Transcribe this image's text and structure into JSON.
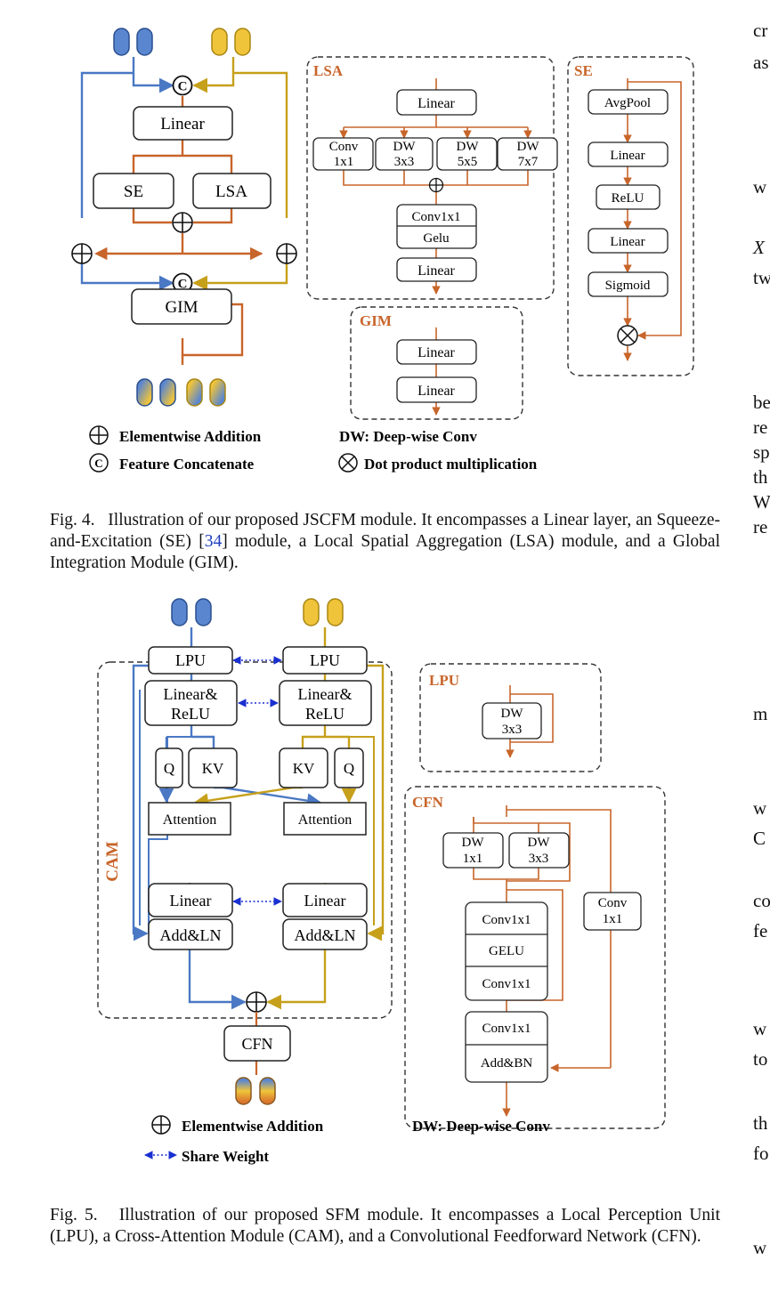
{
  "colors": {
    "blue": "#4a78c4",
    "gold": "#c6a01a",
    "orange": "#c8652a",
    "box_stroke": "#222222",
    "dash": "#333333",
    "share": "#1a2fd0"
  },
  "fig4": {
    "blocks": {
      "linear": "Linear",
      "se": "SE",
      "lsa": "LSA",
      "gim": "GIM"
    },
    "lsa": {
      "title": "LSA",
      "linear_top": "Linear",
      "conv_line1": "Conv",
      "conv_line2": "1x1",
      "dw": "DW",
      "k3": "3x3",
      "k5": "5x5",
      "k7": "7x7",
      "conv1x1": "Conv1x1",
      "gelu": "Gelu",
      "linear_bottom": "Linear"
    },
    "gim": {
      "title": "GIM",
      "linear1": "Linear",
      "linear2": "Linear"
    },
    "se": {
      "title": "SE",
      "avgpool": "AvgPool",
      "linear1": "Linear",
      "relu": "ReLU",
      "linear2": "Linear",
      "sigmoid": "Sigmoid"
    },
    "legend": {
      "add": "Elementwise Addition",
      "concat": "Feature Concatenate",
      "dw": "DW:  Deep-wise Conv",
      "dot": "Dot product multiplication"
    },
    "caption": {
      "label": "Fig. 4.",
      "pre": "Illustration of our proposed JSCFM module. It encompasses a Linear layer, an Squeeze-and-Excitation (SE) [",
      "ref": "34",
      "post": "] module, a Local Spatial Aggregation (LSA) module, and a Global Integration Module (GIM)."
    }
  },
  "fig5": {
    "lpu": "LPU",
    "linear_relu_1": "Linear&",
    "linear_relu_2": "ReLU",
    "q": "Q",
    "kv": "KV",
    "attention": "Attention",
    "linear": "Linear",
    "addln": "Add&LN",
    "cam": "CAM",
    "cfn": "CFN",
    "lpu_box": {
      "title": "LPU",
      "dw": "DW",
      "k": "3x3"
    },
    "cfn_box": {
      "title": "CFN",
      "dw": "DW",
      "k1": "1x1",
      "k3": "3x3",
      "conv": "Conv",
      "conv_k": "1x1",
      "conv1x1": "Conv1x1",
      "gelu": "GELU",
      "addbn": "Add&BN"
    },
    "legend": {
      "add": "Elementwise Addition",
      "share": "Share Weight",
      "dw": "DW:  Deep-wise Conv"
    },
    "caption": {
      "label": "Fig. 5.",
      "text": "Illustration of our proposed SFM module. It encompasses a Local Perception Unit (LPU), a Cross-Attention Module (CAM), and a Convolutional Feedforward Network (CFN)."
    }
  },
  "right_column": [
    "cr",
    "as",
    "w",
    "X",
    "tw",
    "be",
    "re",
    "sp",
    "th",
    "W",
    "re",
    "m",
    "w",
    "C",
    "co",
    "fe",
    "w",
    "to",
    "th",
    "fo",
    "w"
  ]
}
